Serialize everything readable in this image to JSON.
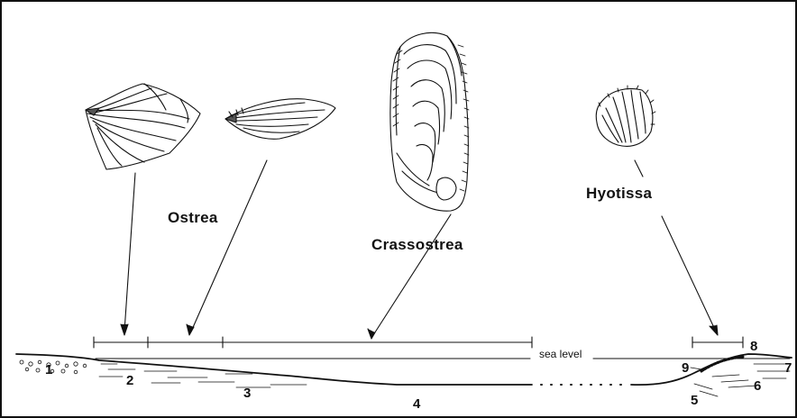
{
  "labels": {
    "ostrea": "Ostrea",
    "crassostrea": "Crassostrea",
    "hyotissa": "Hyotissa",
    "sea_level": "sea level"
  },
  "zones": [
    "1",
    "2",
    "3",
    "4",
    "5",
    "6",
    "7",
    "8",
    "9"
  ],
  "icons": {
    "ostrea_shell_left": "ostrea-shell-illustration",
    "ostrea_shell_right": "ostrea-shell-illustration",
    "crassostrea_shell": "crassostrea-shell-illustration",
    "hyotissa_shell": "hyotissa-shell-illustration"
  },
  "colors": {
    "ink": "#111111",
    "background": "#ffffff"
  }
}
